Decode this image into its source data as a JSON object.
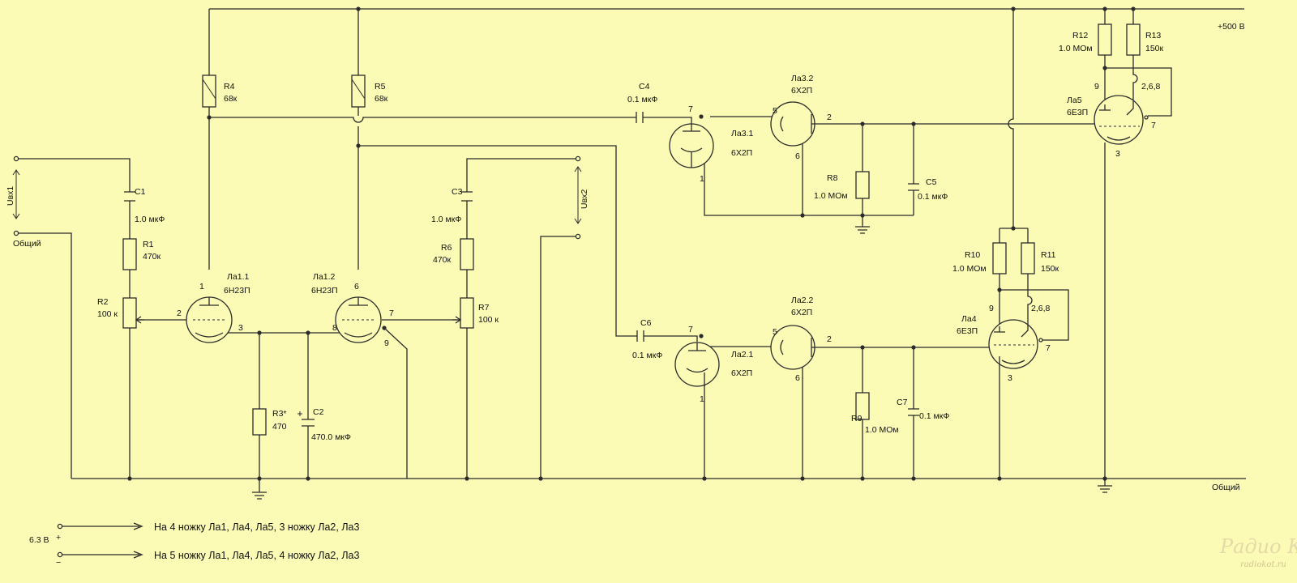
{
  "supply": {
    "hv": "+500 В",
    "common": "Общий"
  },
  "inputs": {
    "uin1": "Uвх1",
    "uin2": "Uвх2",
    "common1": "Общий"
  },
  "resistors": {
    "r1": {
      "name": "R1",
      "value": "470к"
    },
    "r2": {
      "name": "R2",
      "value": "100 к"
    },
    "r3": {
      "name": "R3*",
      "value": "470"
    },
    "r4": {
      "name": "R4",
      "value": "68к"
    },
    "r5": {
      "name": "R5",
      "value": "68к"
    },
    "r6": {
      "name": "R6",
      "value": "470к"
    },
    "r7": {
      "name": "R7",
      "value": "100 к"
    },
    "r8": {
      "name": "R8",
      "value": "1.0 МОм"
    },
    "r9": {
      "name": "R9",
      "value": "1.0 МОм"
    },
    "r10": {
      "name": "R10",
      "value": "1.0 МОм"
    },
    "r11": {
      "name": "R11",
      "value": "150к"
    },
    "r12": {
      "name": "R12",
      "value": "1.0 МОм"
    },
    "r13": {
      "name": "R13",
      "value": "150к"
    }
  },
  "capacitors": {
    "c1": {
      "name": "C1",
      "value": "1.0 мкФ"
    },
    "c2": {
      "name": "C2",
      "value": "470.0 мкФ"
    },
    "c3": {
      "name": "C3",
      "value": "1.0 мкФ"
    },
    "c4": {
      "name": "C4",
      "value": "0.1 мкФ"
    },
    "c5": {
      "name": "C5",
      "value": "0.1 мкФ"
    },
    "c6": {
      "name": "C6",
      "value": "0.1 мкФ"
    },
    "c7": {
      "name": "C7",
      "value": "0.1 мкФ"
    }
  },
  "tubes": {
    "la11": {
      "name": "Ла1.1",
      "type": "6Н23П",
      "pins": [
        "1",
        "2",
        "3"
      ]
    },
    "la12": {
      "name": "Ла1.2",
      "type": "6Н23П",
      "pins": [
        "6",
        "7",
        "8",
        "9"
      ]
    },
    "la31": {
      "name": "Ла3.1",
      "type": "6Х2П",
      "pins": [
        "7",
        "1"
      ]
    },
    "la32": {
      "name": "Ла3.2",
      "type": "6Х2П",
      "pins": [
        "5",
        "2",
        "6"
      ]
    },
    "la21": {
      "name": "Ла2.1",
      "type": "6Х2П",
      "pins": [
        "7",
        "1"
      ]
    },
    "la22": {
      "name": "Ла2.2",
      "type": "6Х2П",
      "pins": [
        "5",
        "2",
        "6"
      ]
    },
    "la4": {
      "name": "Ла4",
      "type": "6Е3П",
      "pins": [
        "9",
        "2,6,8",
        "7",
        "3"
      ]
    },
    "la5": {
      "name": "Ла5",
      "type": "6Е3П",
      "pins": [
        "9",
        "2,6,8",
        "7",
        "3"
      ]
    }
  },
  "heater": {
    "voltage": "6.3 В",
    "plus": "+",
    "minus": "−",
    "line1": "На 4  ножку Ла1, Ла4, Ла5, 3 ножку Ла2, Ла3",
    "line2": "На 5  ножку Ла1, Ла4, Ла5, 4 ножку Ла2, Ла3"
  },
  "watermark": {
    "logo": "Радио КОТ",
    "url": "radiokot.ru"
  }
}
